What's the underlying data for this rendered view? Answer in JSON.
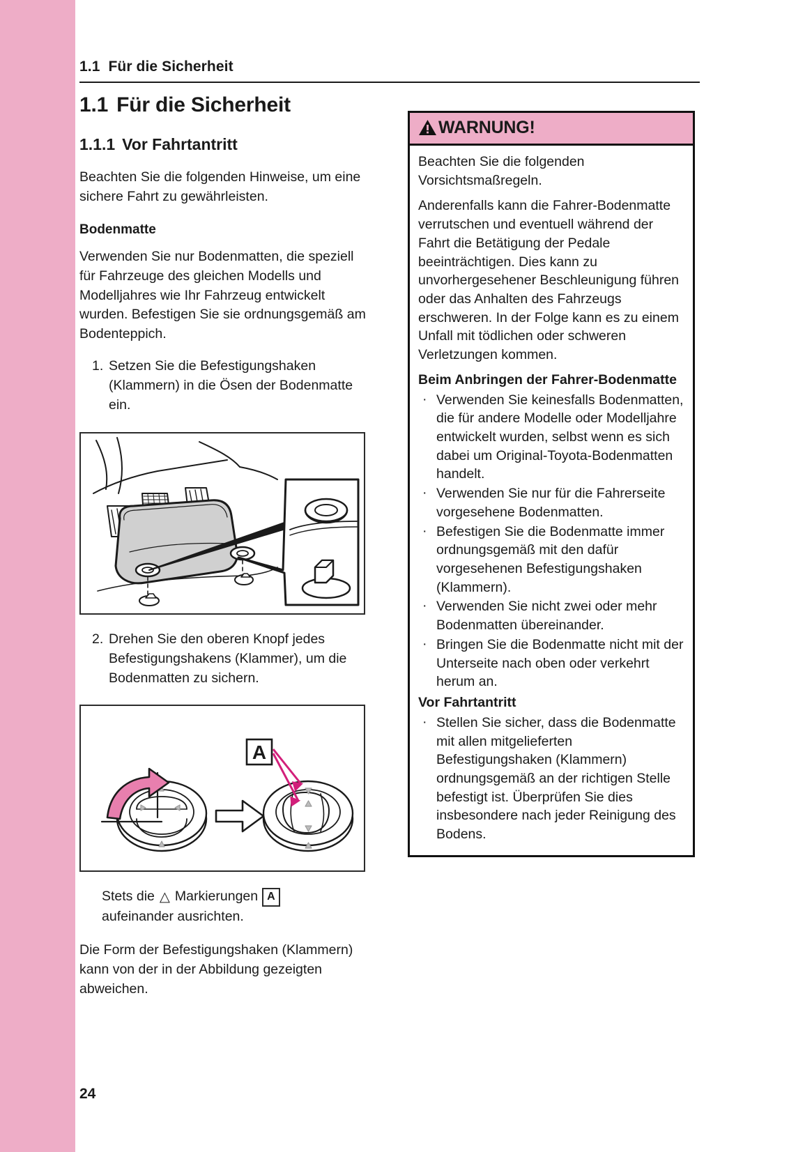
{
  "edge_tab": {
    "color": "#eeadc7"
  },
  "running_head": {
    "number": "1.1",
    "text": "Für die Sicherheit"
  },
  "left_column": {
    "chapter": {
      "number": "1.1",
      "title": "Für die Sicherheit"
    },
    "section": {
      "number": "1.1.1",
      "title": "Vor Fahrtantritt"
    },
    "intro": "Beachten Sie die folgenden Hinweise, um eine sichere Fahrt zu gewährleisten.",
    "subheading": "Bodenmatte",
    "paragraph": "Verwenden Sie nur Bodenmatten, die speziell für Fahrzeuge des gleichen Modells und Modelljahres wie Ihr Fahrzeug entwickelt wurden. Befestigen Sie sie ordnungsgemäß am Bodenteppich.",
    "steps": [
      {
        "marker": "1.",
        "text": "Setzen Sie die Befestigungshaken (Klammern) in die Ösen der Bodenmatte ein."
      },
      {
        "marker": "2.",
        "text": "Drehen Sie den oberen Knopf jedes Befestigungshakens (Klammer), um die Bodenmatten zu sichern."
      }
    ],
    "figure1_alt": "Fußraum des Fahrers mit Bodenmatte und Befestigungshaken",
    "figure2_alt": "Drehen des oberen Knopfes des Befestigungshakens, Markierung A",
    "figure2_label": "A",
    "caption_before": "Stets die",
    "caption_triangle": "△",
    "caption_after": "Markierungen",
    "caption_box_label": "A",
    "caption_line2": "aufeinander ausrichten.",
    "note": "Die Form der Befestigungshaken (Klammern) kann von der in der Abbildung gezeigten abweichen."
  },
  "warning": {
    "icon": "warning-triangle-icon",
    "title": "WARNUNG!",
    "header_bg": "#eeadc7",
    "intro1": "Beachten Sie die folgenden Vorsichtsmaßregeln.",
    "intro2": "Anderenfalls kann die Fahrer-Bodenmatte verrutschen und eventuell während der Fahrt die Betätigung der Pedale beeinträchtigen. Dies kann zu unvorhergesehener Beschleunigung führen oder das Anhalten des Fahrzeugs erschweren. In der Folge kann es zu einem Unfall mit tödlichen oder schweren Verletzungen kommen.",
    "group1_heading": "Beim Anbringen der Fahrer-Bodenmatte",
    "group1_items": [
      "Verwenden Sie keinesfalls Bodenmatten, die für andere Modelle oder Modelljahre entwickelt wurden, selbst wenn es sich dabei um Original-Toyota-Bodenmatten handelt.",
      "Verwenden Sie nur für die Fahrerseite vorgesehene Bodenmatten.",
      "Befestigen Sie die Bodenmatte immer ordnungsgemäß mit den dafür vorgesehenen Befestigungshaken (Klammern).",
      "Verwenden Sie nicht zwei oder mehr Bodenmatten übereinander.",
      "Bringen Sie die Bodenmatte nicht mit der Unterseite nach oben oder verkehrt herum an."
    ],
    "group2_heading": "Vor Fahrtantritt",
    "group2_items": [
      "Stellen Sie sicher, dass die Bodenmatte mit allen mitgelieferten Befestigungshaken (Klammern) ordnungsgemäß an der richtigen Stelle befestigt ist. Überprüfen Sie dies insbesondere nach jeder Reinigung des Bodens."
    ],
    "bullet_glyph": "·"
  },
  "page_number": "24"
}
